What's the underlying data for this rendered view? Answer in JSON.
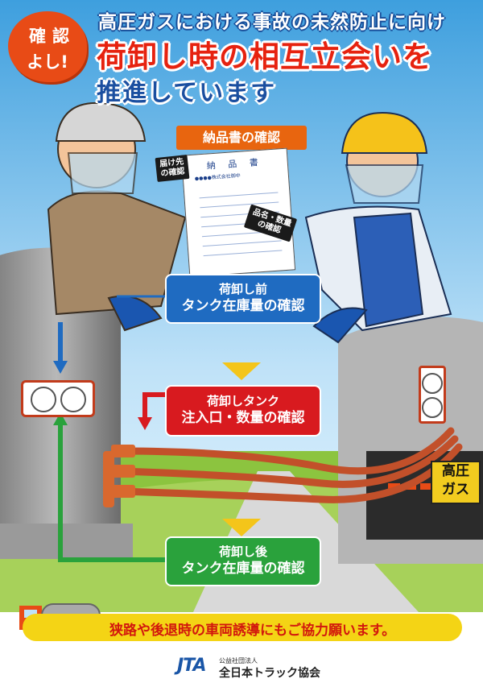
{
  "badge": {
    "line1": "確認",
    "line2": "よし!"
  },
  "header": {
    "subtitle": "高圧ガスにおける事故の未然防止に向け",
    "title_line1": "荷卸し時の相互立会いを",
    "title_line2": "推進しています"
  },
  "document": {
    "label": "納品書の確認",
    "title": "納 品 書",
    "company": "●●●●株式会社御中",
    "callout_left": [
      "届け先",
      "の確認"
    ],
    "callout_right": [
      "品名・数量",
      "の確認"
    ]
  },
  "steps": [
    {
      "line1": "荷卸し前",
      "line2": "タンク在庫量の確認"
    },
    {
      "line1": "荷卸しタンク",
      "line2": "注入口・数量の確認"
    },
    {
      "line1": "荷卸し後",
      "line2": "タンク在庫量の確認"
    }
  ],
  "truck_sign": {
    "line1": "高圧",
    "line2": "ガス"
  },
  "banner": {
    "text": "狭路や後退時の車両誘導にもご協力願います。"
  },
  "footer": {
    "logo": "JTA",
    "small": "公益社団法人",
    "org": "全日本トラック協会"
  },
  "colors": {
    "sky_top": "#4aa6e0",
    "sky_bottom": "#d6eefc",
    "grass": "#8cc43f",
    "accent_red": "#e6220f",
    "accent_blue": "#1b4fa0",
    "step_blue": "#1f6bc1",
    "step_red": "#d81a1f",
    "step_green": "#2aa23c",
    "hose": "#c2502a",
    "banner_yellow": "#f4d415"
  }
}
